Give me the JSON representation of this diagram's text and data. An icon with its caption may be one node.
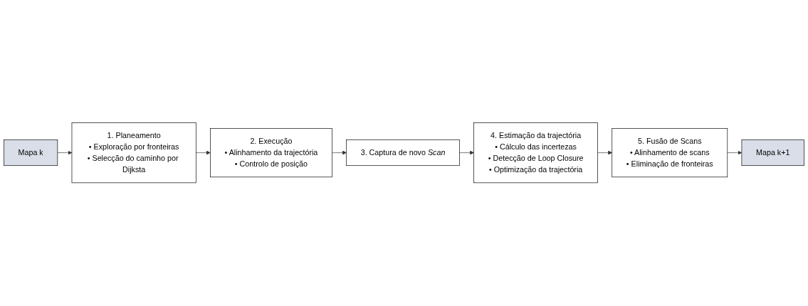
{
  "diagram": {
    "nodes": [
      {
        "text": [
          "Mapa k"
        ]
      },
      {
        "text": [
          "1. Planeamento",
          "• Exploração por fronteiras",
          "• Selecção do caminho por Dijksta"
        ]
      },
      {
        "text": [
          "2. Execução",
          "• Alinhamento da trajectória",
          "• Controlo de posição"
        ]
      },
      {
        "text": [
          "3. Captura de novo *Scan*"
        ]
      },
      {
        "text": [
          "4. Estimação da trajectória",
          "• Cálculo das incertezas",
          "• Detecção de Loop Closure",
          "• Optimização da trajectória"
        ]
      },
      {
        "text": [
          "5. Fusão de Scans",
          "• Alinhamento de scans",
          "• Eliminação de fronteiras"
        ]
      },
      {
        "text": [
          "Mapa k+1"
        ]
      }
    ],
    "edges": [
      {
        "from": 0,
        "to": 1,
        "arrow": "to"
      },
      {
        "from": 1,
        "to": 2,
        "arrow": "to"
      },
      {
        "from": 2,
        "to": 3,
        "arrow": "to"
      },
      {
        "from": 3,
        "to": 4,
        "arrow": "to"
      },
      {
        "from": 4,
        "to": 5,
        "arrow": "to"
      },
      {
        "from": 5,
        "to": 6,
        "arrow": "to"
      }
    ]
  }
}
